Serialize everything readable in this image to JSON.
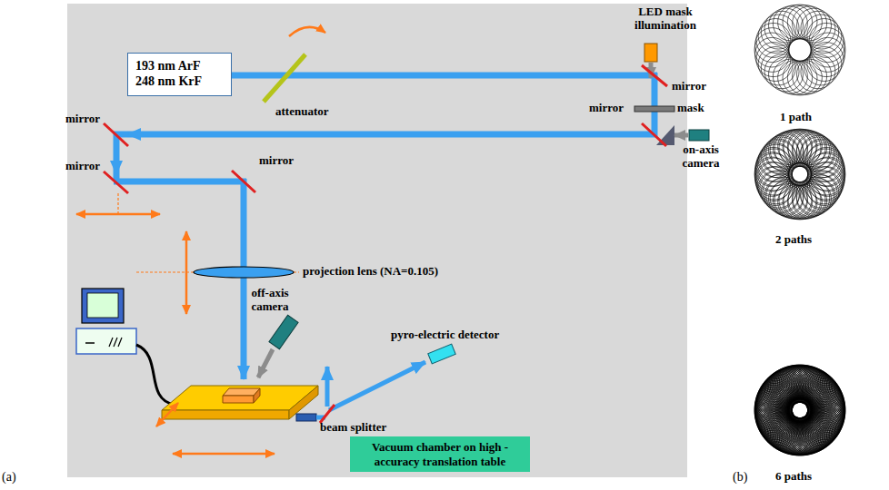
{
  "diagram": {
    "nodes": [
      {
        "text": [
          "193 nm ArF",
          "248 nm KrF"
        ]
      },
      {
        "text": [
          "Vacuum chamber on high - accuracy translation table"
        ]
      }
    ],
    "labels": [
      "LED mask illumination",
      "mirror",
      "attenuator",
      "mirror",
      "mask",
      "on-axis camera",
      "mirror",
      "mirror",
      "mirror",
      "projection lens (NA=0.105)",
      "off-axis camera",
      "pyro-electric detector",
      "beam splitter",
      "(a)",
      "(b)",
      "1 path",
      "2 paths",
      "6 paths"
    ]
  }
}
